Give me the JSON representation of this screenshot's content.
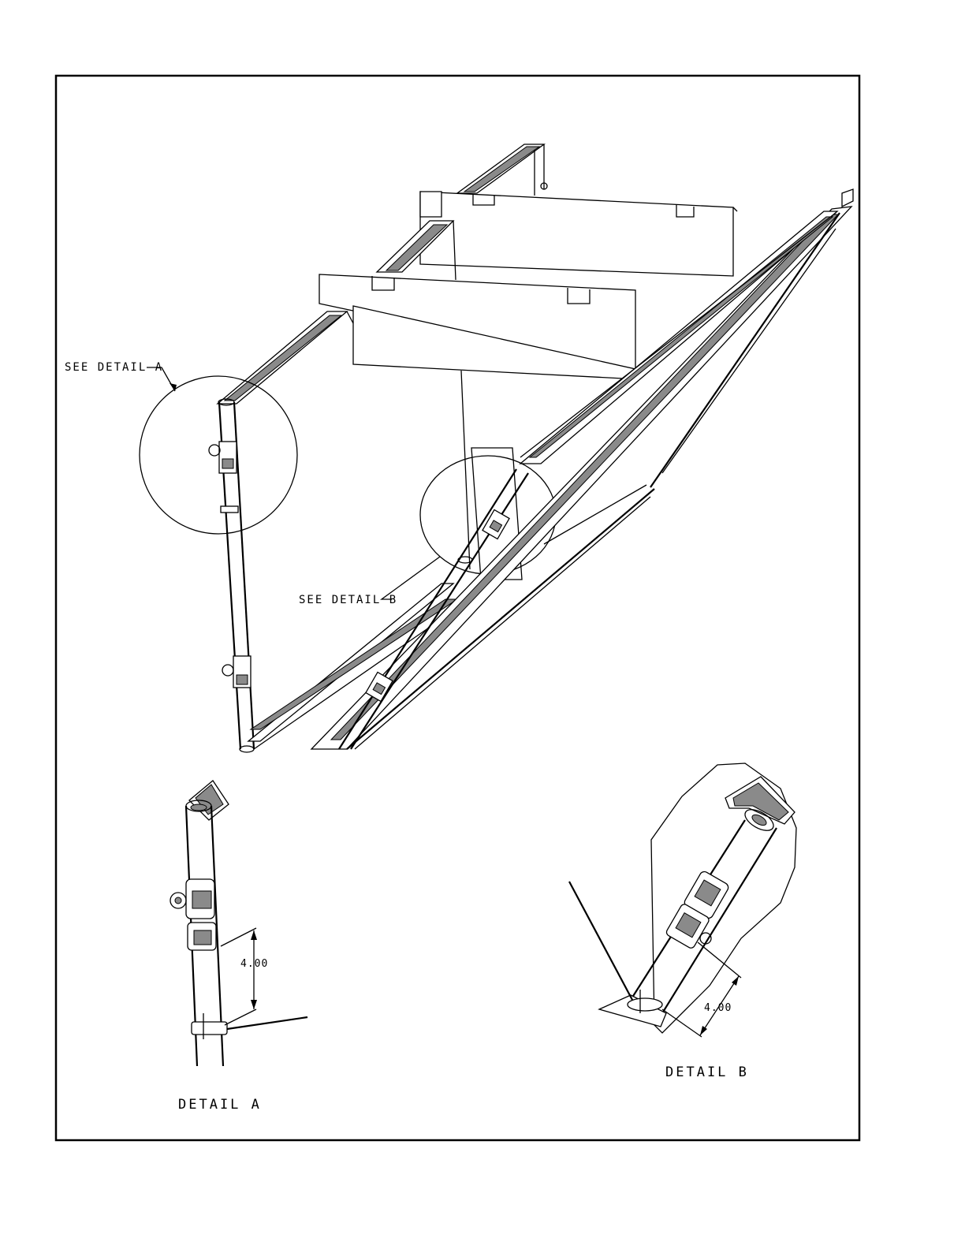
{
  "callouts": {
    "see_detail_a": "SEE DETAIL A",
    "see_detail_b": "SEE DETAIL B"
  },
  "details": {
    "a": {
      "title": "DETAIL A",
      "dimension": "4.00"
    },
    "b": {
      "title": "DETAIL B",
      "dimension": "4.00"
    }
  }
}
